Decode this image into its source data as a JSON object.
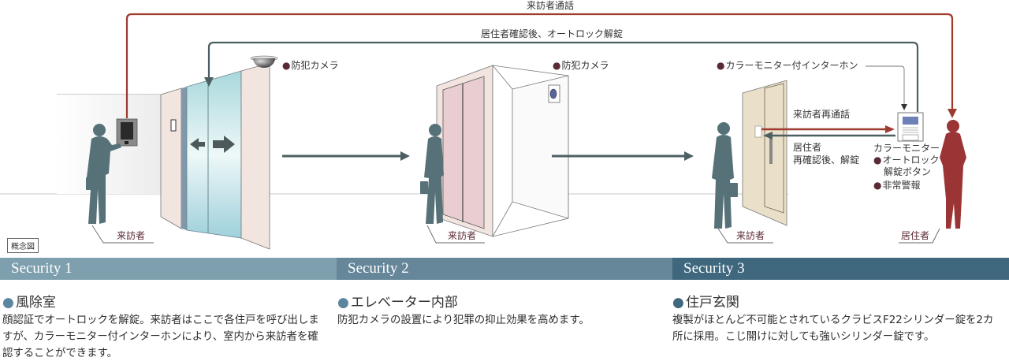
{
  "diagram": {
    "flow_labels": {
      "visitor_call": "来訪者通話",
      "resident_unlock": "居住者確認後、オートロック解錠",
      "visitor_recall": "来訪者再通話",
      "resident_reconfirm": [
        "居住者",
        "再確認後、解錠"
      ]
    },
    "callouts": {
      "camera_1": "防犯カメラ",
      "camera_2": "防犯カメラ",
      "intercom": "カラーモニター付インターホン",
      "monitor": "カラーモニター",
      "autolock_button": [
        "オートロック",
        "解錠ボタン"
      ],
      "emergency_alarm": "非常警報"
    },
    "people": {
      "visitor_1": "来訪者",
      "visitor_2": "来訪者",
      "visitor_3": "来訪者",
      "resident": "居住者"
    },
    "concept_tag": "概念図",
    "colors": {
      "visitor_line": "#9e3b2f",
      "resident_line": "#4d5f62",
      "visitor_figure": "#567278",
      "resident_figure": "#9b3535",
      "callout_dot": "#5a2a35"
    }
  },
  "sections": [
    {
      "band": "Security 1",
      "title": "風除室",
      "body": "顔認証でオートロックを解錠。来訪者はここで各住戸を呼び出しますが、カラーモニター付インターホンにより、室内から来訪者を確認することができます。",
      "color": "#7e9fae"
    },
    {
      "band": "Security 2",
      "title": "エレベーター内部",
      "body": "防犯カメラの設置により犯罪の抑止効果を高めます。",
      "color": "#668699"
    },
    {
      "band": "Security 3",
      "title": "住戸玄関",
      "body": "複製がほとんど不可能とされているクラビスF22シリンダー錠を2カ所に採用。こじ開けに対しても強いシリンダー錠です。",
      "color": "#3f677d"
    }
  ]
}
